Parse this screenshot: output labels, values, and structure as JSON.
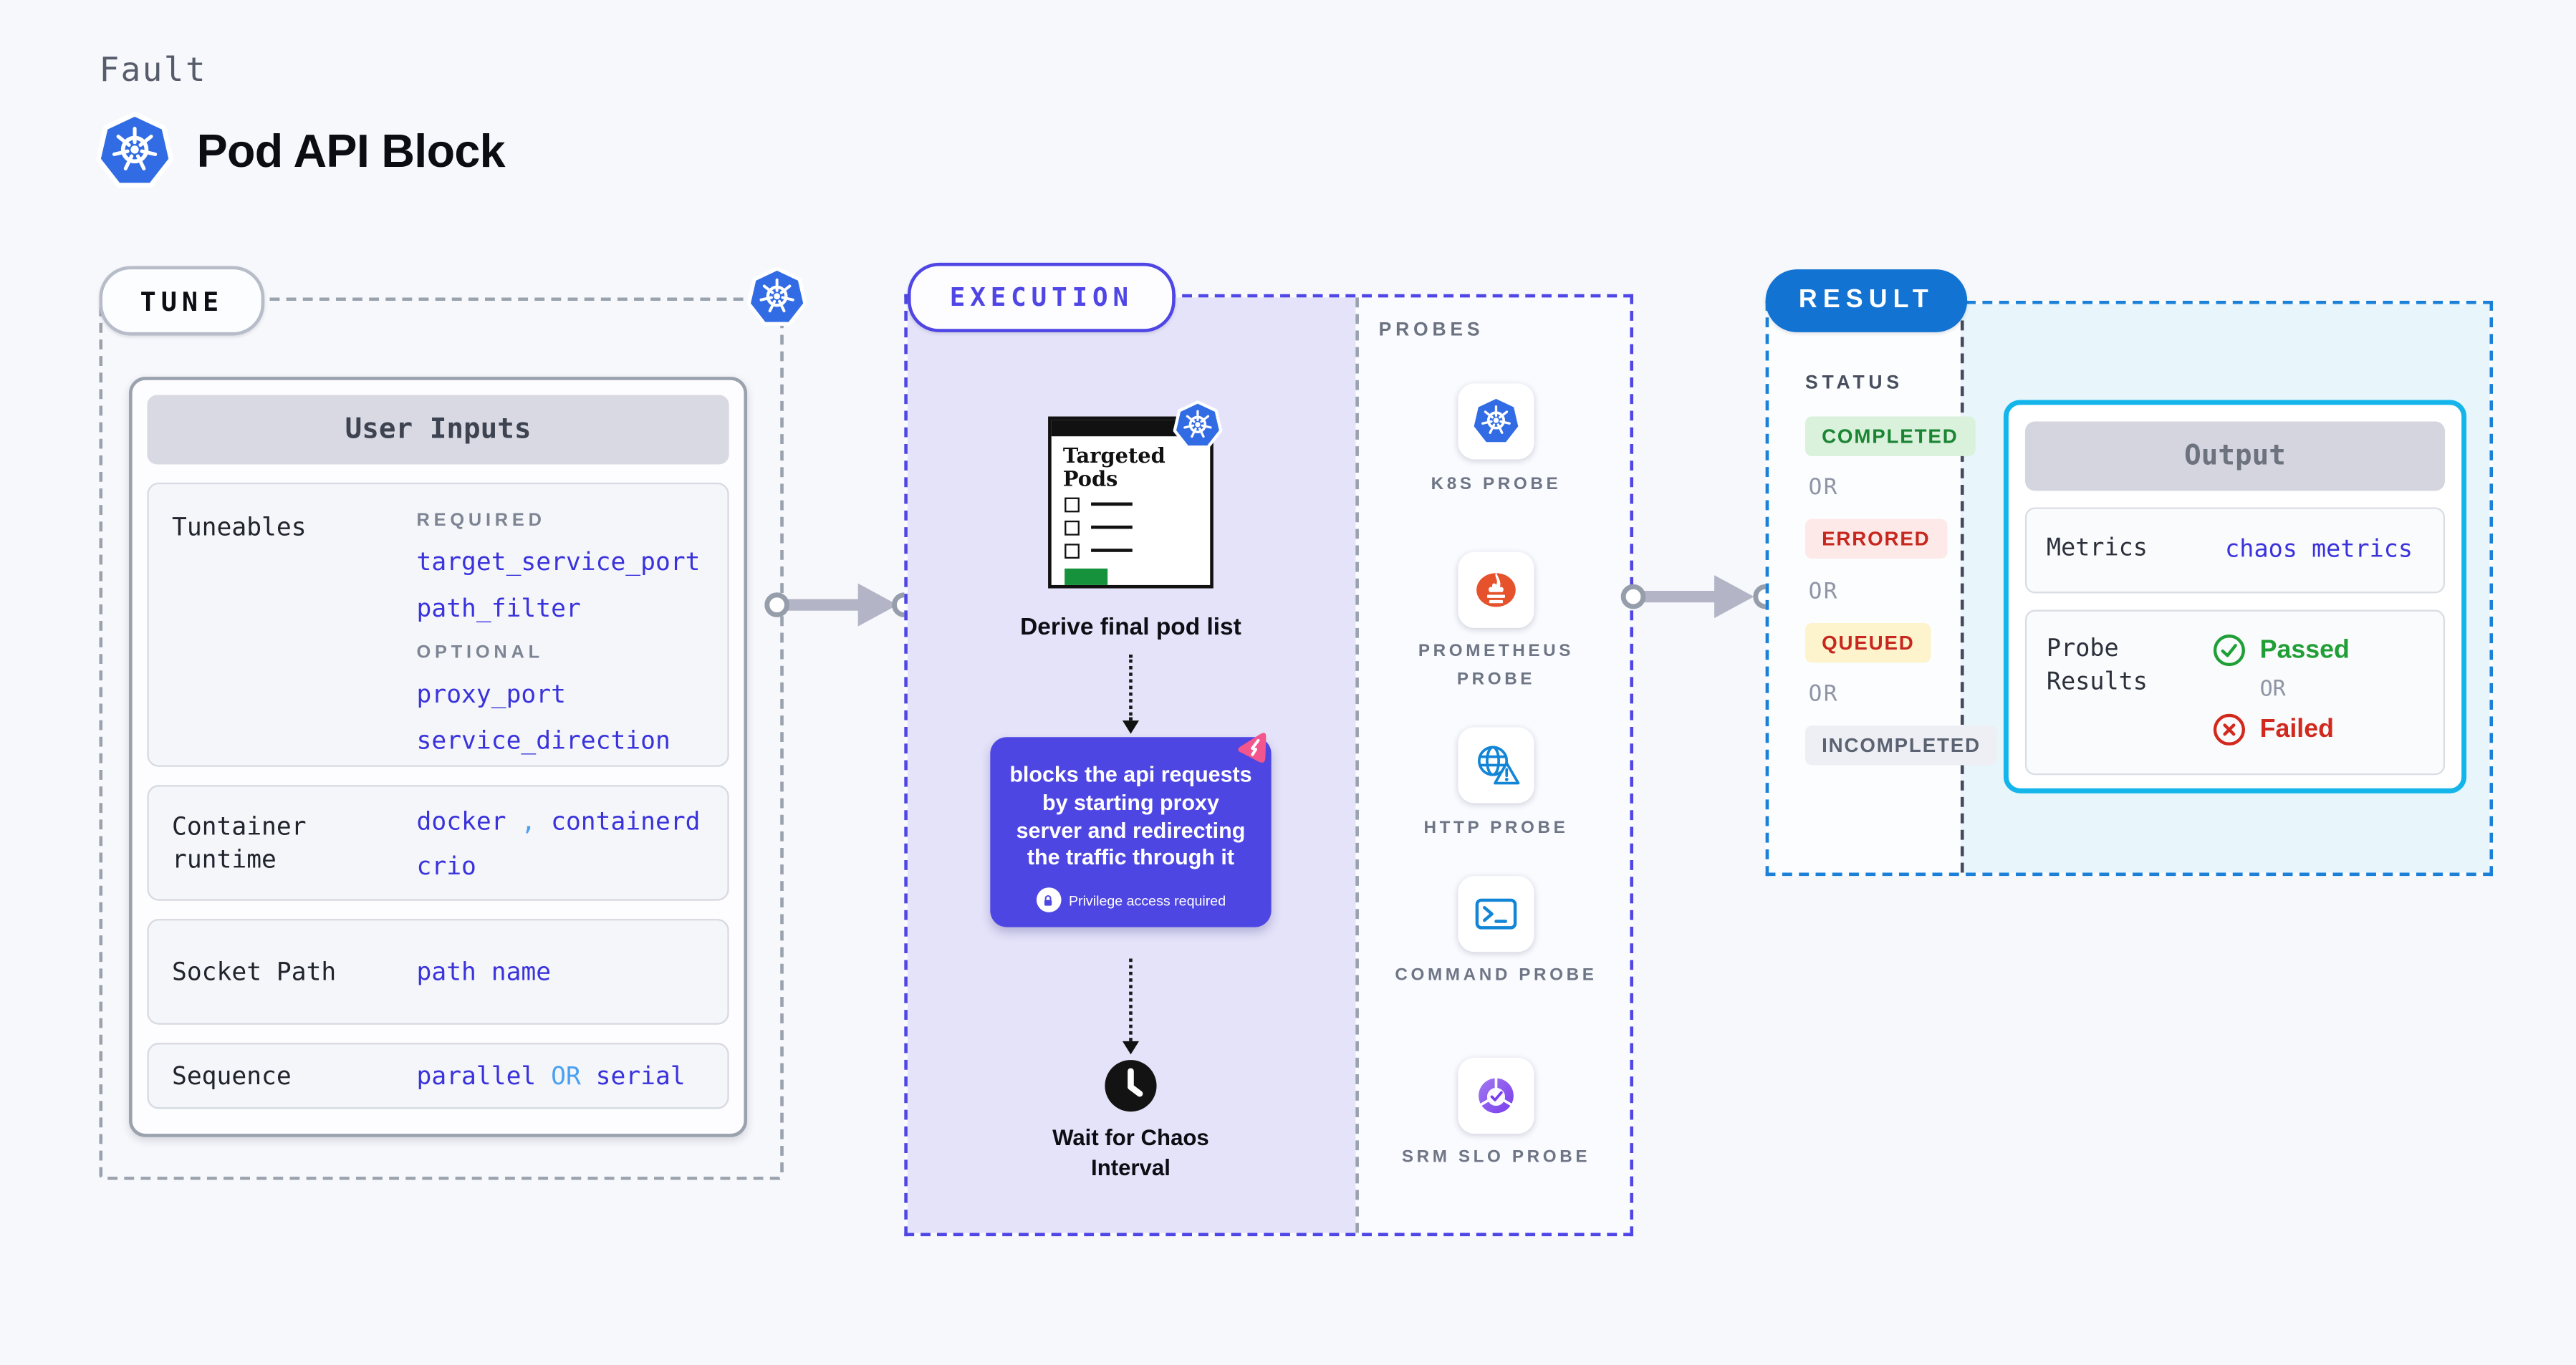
{
  "page": {
    "kicker": "Fault",
    "title": "Pod API Block"
  },
  "colors": {
    "indigo_accent": "#4f46e5",
    "execution_fill": "#e4e3f9",
    "action_card": "#4e46e2",
    "result_blue": "#1273d2",
    "result_dash": "#1a80d8",
    "output_border": "#13b5ea",
    "output_area": "#e8f5fb",
    "code_blue": "#3a33dc",
    "code_light_blue": "#4aa0f1",
    "k8s_blue": "#326ce5",
    "prometheus_orange": "#e6522c",
    "probe_icon_blue": "#1285d6",
    "srm_purple": "#7a3bec",
    "litmus_pink": "#f2568c",
    "green": "#1f9f35",
    "red": "#d2291e",
    "badge_completed_bg": "#daf1dc",
    "badge_errored_bg": "#fde9e7",
    "badge_queued_bg": "#fdf3cd",
    "badge_incompleted_bg": "#edeff4"
  },
  "tune": {
    "badge": "TUNE",
    "card_title": "User Inputs",
    "tuneables": {
      "label": "Tuneables",
      "required_heading": "REQUIRED",
      "required": [
        "target_service_port",
        "path_filter"
      ],
      "optional_heading": "OPTIONAL",
      "optional": [
        "proxy_port",
        "service_direction"
      ]
    },
    "runtime": {
      "label": "Container runtime",
      "value1": "docker",
      "separator": ",",
      "value2": "containerd",
      "value3": "crio"
    },
    "socket": {
      "label": "Socket Path",
      "value": "path name"
    },
    "sequence": {
      "label": "Sequence",
      "value1": "parallel",
      "or": "OR",
      "value2": "serial"
    }
  },
  "execution": {
    "badge": "EXECUTION",
    "pods_doc_title": "Targeted Pods",
    "derive_label": "Derive final pod list",
    "action_text": "blocks the api requests by starting proxy server and redirecting the traffic through it",
    "privilege_note": "Privilege access required",
    "wait_label": "Wait for Chaos Interval"
  },
  "probes": {
    "heading": "PROBES",
    "items": [
      {
        "label": "K8S PROBE",
        "icon": "kubernetes-icon"
      },
      {
        "label": "PROMETHEUS PROBE",
        "icon": "prometheus-icon"
      },
      {
        "label": "HTTP PROBE",
        "icon": "http-globe-warning-icon"
      },
      {
        "label": "COMMAND PROBE",
        "icon": "terminal-icon"
      },
      {
        "label": "SRM SLO PROBE",
        "icon": "slo-pie-check-icon"
      }
    ]
  },
  "result": {
    "badge": "RESULT",
    "status_heading": "STATUS",
    "or": "OR",
    "statuses": [
      {
        "label": "COMPLETED"
      },
      {
        "label": "ERRORED"
      },
      {
        "label": "QUEUED"
      },
      {
        "label": "INCOMPLETED"
      }
    ],
    "output": {
      "title": "Output",
      "metrics_label": "Metrics",
      "metrics_value": "chaos metrics",
      "probe_results_label": "Probe Results",
      "passed": "Passed",
      "or": "OR",
      "failed": "Failed"
    }
  }
}
